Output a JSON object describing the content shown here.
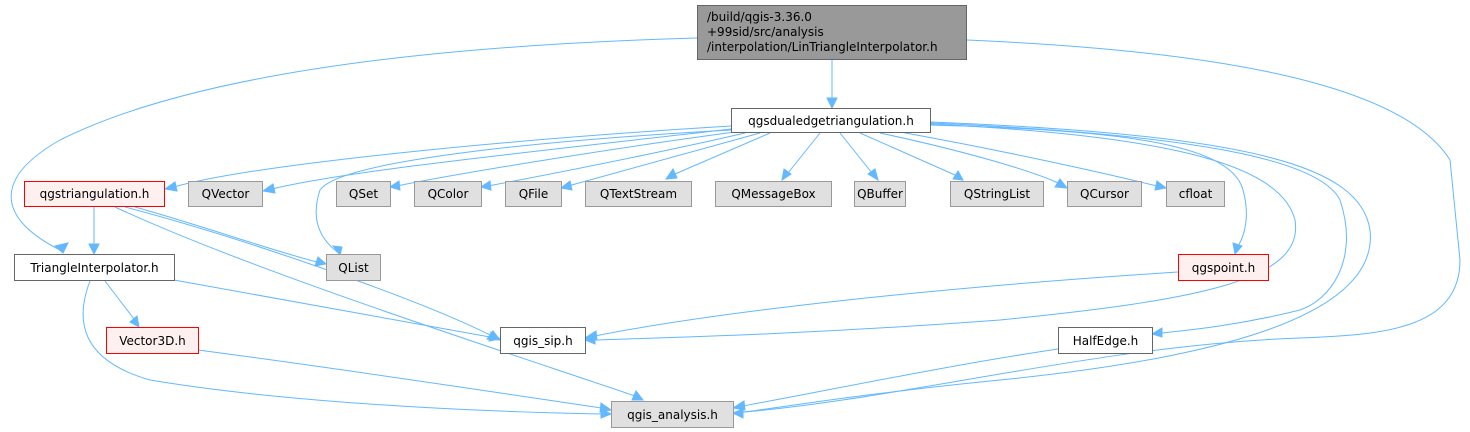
{
  "graph": {
    "title_lines": [
      "/build/qgis-3.36.0",
      "+99sid/src/analysis",
      "/interpolation/LinTriangleInterpolator.h"
    ],
    "nodes": {
      "dual": "qgsdualedgetriangulation.h",
      "tri": "qgstriangulation.h",
      "qvector": "QVector",
      "qset": "QSet",
      "qcolor": "QColor",
      "qfile": "QFile",
      "qtextstream": "QTextStream",
      "qmessagebox": "QMessageBox",
      "qbuffer": "QBuffer",
      "qstringlist": "QStringList",
      "qcursor": "QCursor",
      "cfloat": "cfloat",
      "triinterp": "TriangleInterpolator.h",
      "qlist": "QList",
      "qgspoint": "qgspoint.h",
      "vector3d": "Vector3D.h",
      "qgissip": "qgis_sip.h",
      "halfedge": "HalfEdge.h",
      "qgisanalysis": "qgis_analysis.h"
    },
    "colors": {
      "edge": "#63b8ff",
      "root_fill": "#999999",
      "external_fill": "#e0e0e0",
      "missing_border": "#ff0000",
      "missing_fill": "#fff0f0"
    }
  }
}
